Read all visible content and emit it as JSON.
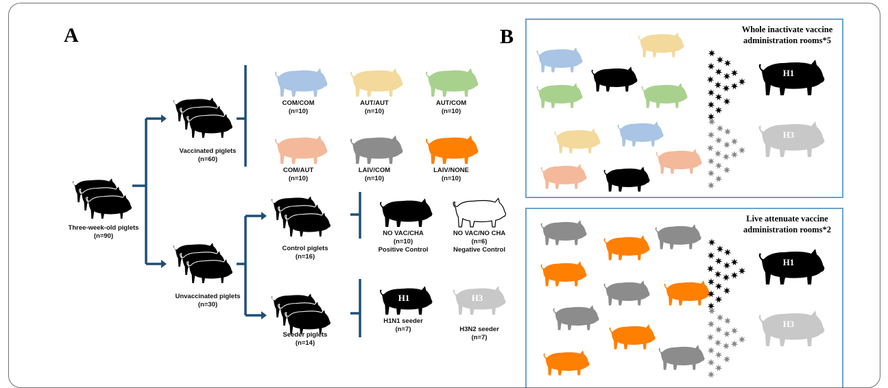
{
  "panels": {
    "a": "A",
    "b": "B"
  },
  "colors": {
    "arrow": "#1f4e79",
    "com_com": "#a9c4e4",
    "aut_aut": "#f3d99b",
    "aut_com": "#a9d18e",
    "com_aut": "#f4b99b",
    "laiv_com": "#8c8c8c",
    "laiv_none": "#ff7f00",
    "black": "#000000",
    "grey_pig": "#c8c8c8",
    "room_border": "#6aa2d0"
  },
  "tree": {
    "root": {
      "label": "Three-week-old piglets",
      "n": "(n=90)"
    },
    "vaccinated": {
      "label": "Vaccinated piglets",
      "n": "(n=60)"
    },
    "unvaccinated": {
      "label": "Unvaccinated piglets",
      "n": "(n=30)"
    },
    "control": {
      "label": "Control piglets",
      "n": "(n=16)"
    },
    "seeder": {
      "label": "Seeder piglets",
      "n": "(n=14)"
    },
    "groups": [
      {
        "label": "COM/COM",
        "n": "(n=10)"
      },
      {
        "label": "AUT/AUT",
        "n": "(n=10)"
      },
      {
        "label": "AUT/COM",
        "n": "(n=10)"
      },
      {
        "label": "COM/AUT",
        "n": "(n=10)"
      },
      {
        "label": "LAIV/COM",
        "n": "(n=10)"
      },
      {
        "label": "LAIV/NONE",
        "n": "(n=10)"
      }
    ],
    "controls": [
      {
        "label": "NO VAC/CHA",
        "n": "(n=10)",
        "role": "Positive Control"
      },
      {
        "label": "NO VAC/NO CHA",
        "n": "(n=6)",
        "role": "Negative Control"
      }
    ],
    "seeders": [
      {
        "tag": "H1",
        "label": "H1N1 seeder",
        "n": "(n=7)"
      },
      {
        "tag": "H3",
        "label": "H3N2 seeder",
        "n": "(n=7)"
      }
    ]
  },
  "rooms": [
    {
      "title_line1": "Whole inactivate vaccine",
      "title_line2": "administration rooms*5",
      "tags": [
        "H1",
        "H3"
      ]
    },
    {
      "title_line1": "Live attenuate vaccine",
      "title_line2": "administration rooms*2",
      "tags": [
        "H1",
        "H3"
      ]
    }
  ]
}
